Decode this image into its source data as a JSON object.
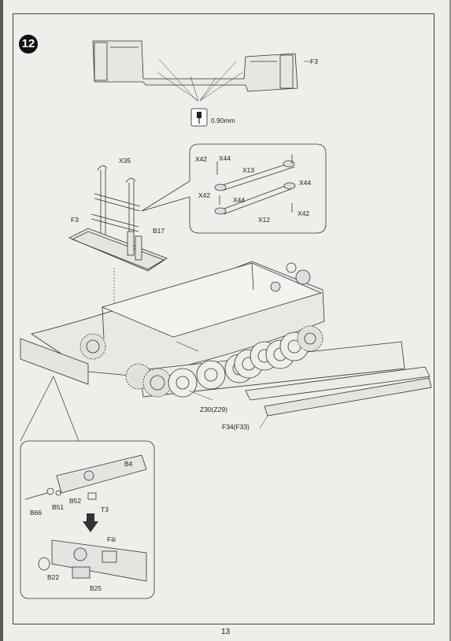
{
  "step": {
    "number": "12"
  },
  "page": {
    "number": "13"
  },
  "drill": {
    "size": "0.90mm"
  },
  "labels": {
    "f3_top": "F3",
    "x35": "X35",
    "f3_left": "F3",
    "b17": "B17",
    "x42_a": "X42",
    "x44_a": "X44",
    "x13": "X13",
    "x44_b": "X44",
    "x42_b": "X42",
    "x44_c": "X44",
    "x12": "X12",
    "x42_c": "X42",
    "z30": "Z30(Z29)",
    "f34": "F34(F33)",
    "b4": "B4",
    "b66": "B66",
    "b51": "B51",
    "b52": "B52",
    "t3": "T3",
    "fiii": "Fiii",
    "b22": "B22",
    "b25": "B25"
  }
}
